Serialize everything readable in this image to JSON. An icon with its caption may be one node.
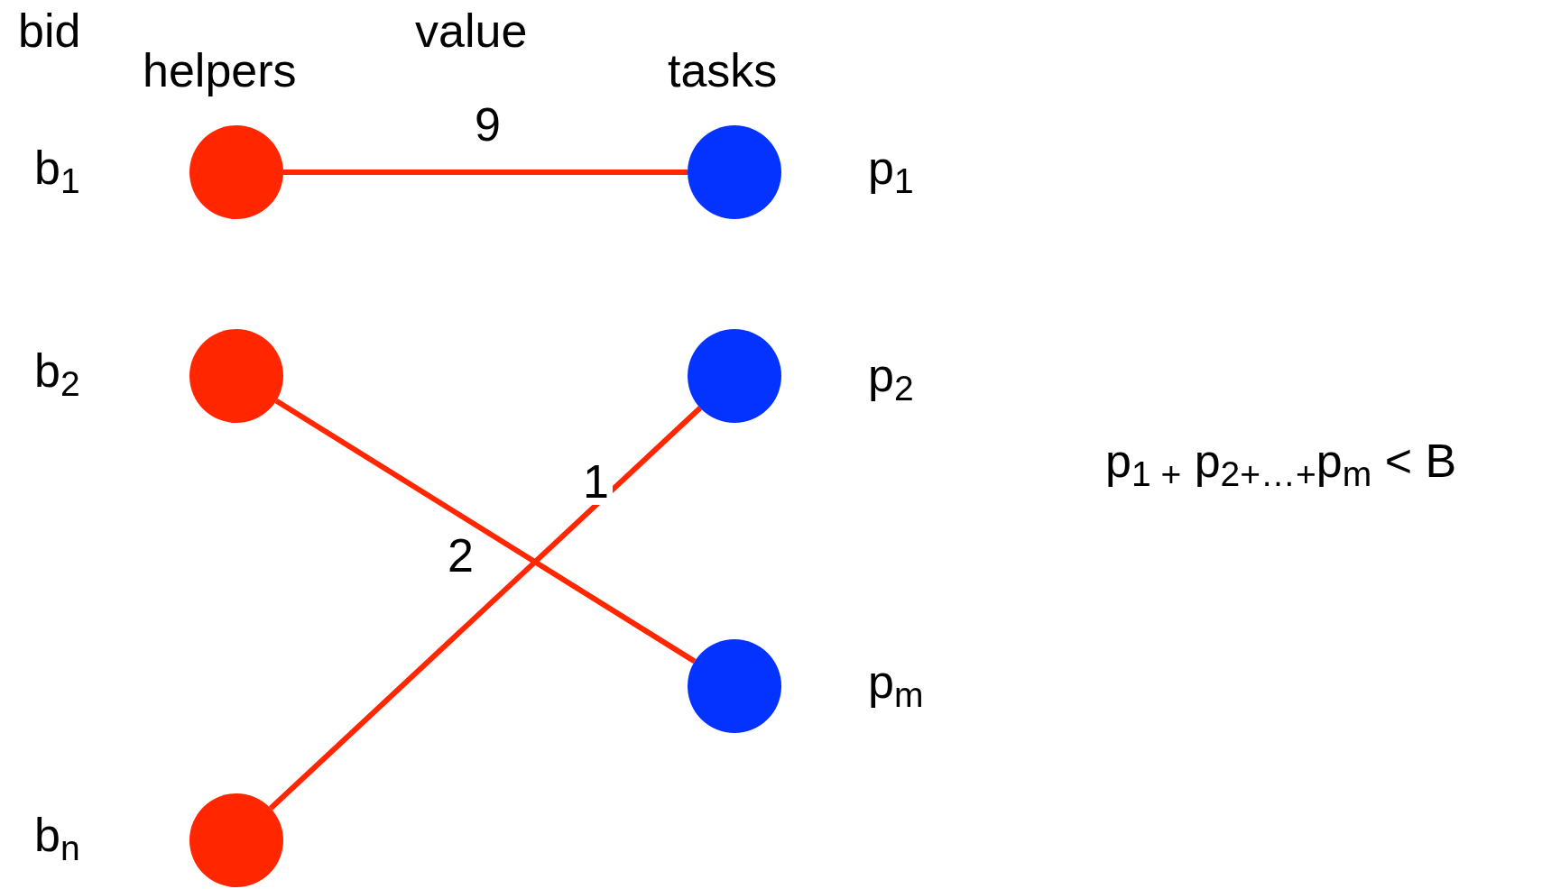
{
  "diagram": {
    "nodes": [
      {
        "text": [],
        "shape": "circle",
        "beside": [
          "b$_{1}$"
        ]
      },
      {
        "text": [],
        "shape": "circle",
        "beside": [
          "b$_{2}$"
        ]
      },
      {
        "text": [],
        "shape": "circle",
        "beside": [
          "b$_{n}$"
        ]
      },
      {
        "text": [],
        "shape": "circle",
        "beside": [
          "p$_{1}$"
        ]
      },
      {
        "text": [],
        "shape": "circle",
        "beside": [
          "p$_{2}$"
        ]
      },
      {
        "text": [],
        "shape": "circle",
        "beside": [
          "p$_{m}$"
        ]
      }
    ],
    "edges": [
      {
        "from": 0,
        "to": 3,
        "arrow": "none",
        "label": "9"
      },
      {
        "from": 1,
        "to": 5,
        "arrow": "none",
        "label": "2"
      },
      {
        "from": 2,
        "to": 4,
        "arrow": "none",
        "label": "1"
      }
    ],
    "labels": [
      "bid",
      "value",
      "helpers",
      "tasks",
      "p$_{1 +}$ p$_{2+…+}$p$_{m}$ < B"
    ]
  }
}
